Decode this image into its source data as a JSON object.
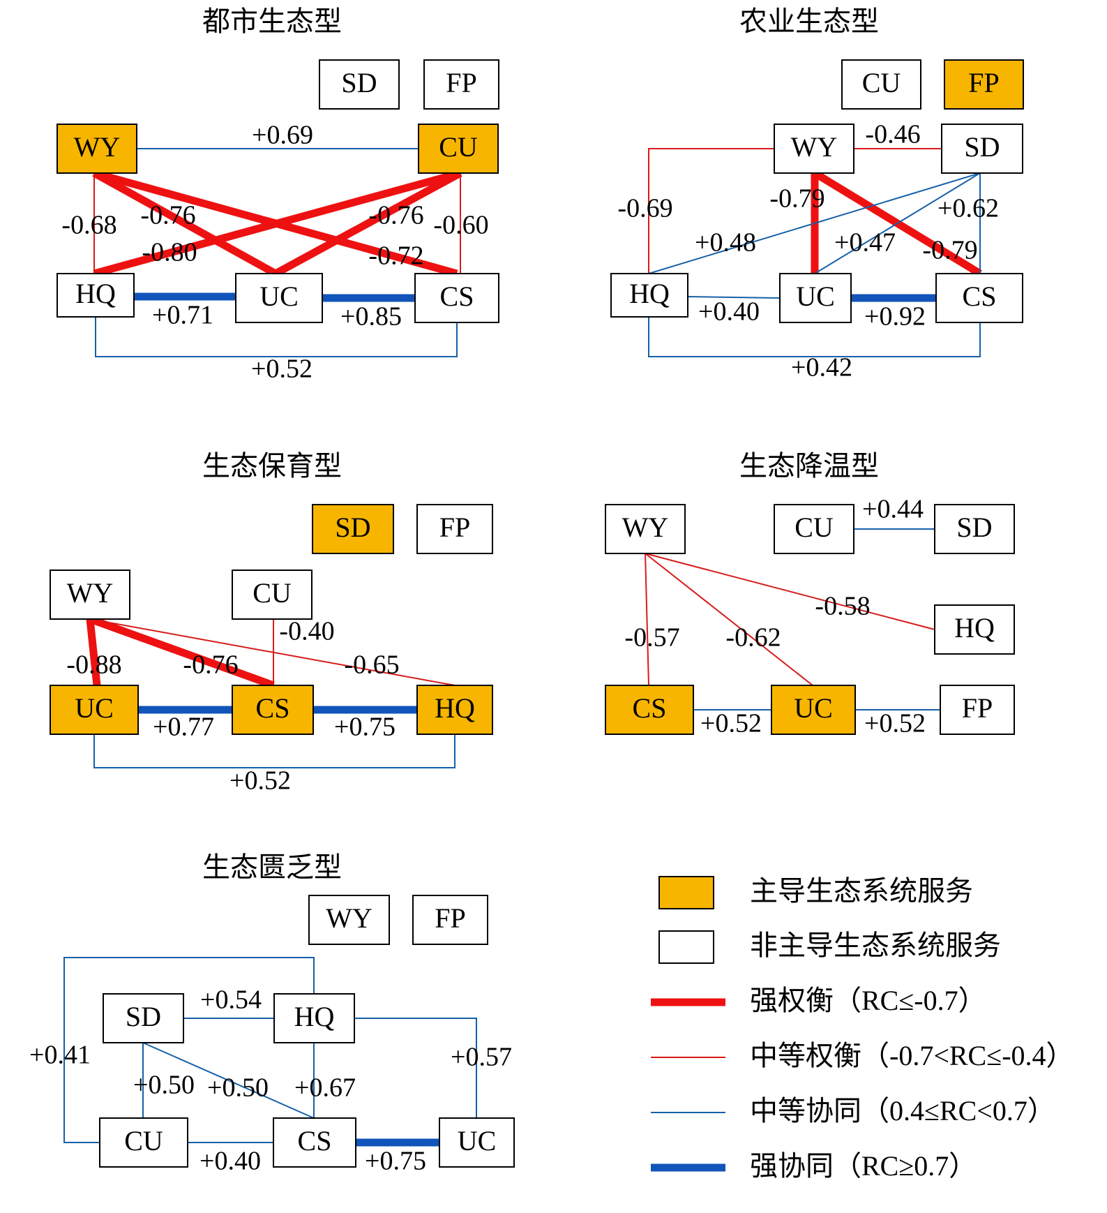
{
  "colors": {
    "dominant_fill": "#F7B500",
    "non_dominant_fill": "#FFFFFF",
    "strong_tradeoff": "#EE1111",
    "moderate_tradeoff": "#D71A1A",
    "moderate_synergy": "#1560A8",
    "strong_synergy": "#1155BB"
  },
  "panels": [
    {
      "id": "urban",
      "title": "都市生态型",
      "nodes": [
        {
          "id": "SD",
          "label": "SD",
          "dominant": false
        },
        {
          "id": "FP",
          "label": "FP",
          "dominant": false
        },
        {
          "id": "WY",
          "label": "WY",
          "dominant": true
        },
        {
          "id": "CU",
          "label": "CU",
          "dominant": true
        },
        {
          "id": "HQ",
          "label": "HQ",
          "dominant": false
        },
        {
          "id": "UC",
          "label": "UC",
          "dominant": false
        },
        {
          "id": "CS",
          "label": "CS",
          "dominant": false
        }
      ],
      "edges": [
        {
          "from": "WY",
          "to": "CU",
          "value": "+0.69",
          "strength": "moderate_synergy"
        },
        {
          "from": "WY",
          "to": "HQ",
          "value": "-0.68",
          "strength": "moderate_tradeoff"
        },
        {
          "from": "WY",
          "to": "UC",
          "value": "-0.76",
          "strength": "strong_tradeoff"
        },
        {
          "from": "CU",
          "to": "HQ",
          "value": "-0.80",
          "strength": "strong_tradeoff"
        },
        {
          "from": "CU",
          "to": "UC",
          "value": "-0.76",
          "strength": "strong_tradeoff"
        },
        {
          "from": "CU",
          "to": "CS",
          "value": "-0.60",
          "strength": "moderate_tradeoff"
        },
        {
          "from": "WY",
          "to": "CS",
          "value": "-0.72",
          "strength": "strong_tradeoff"
        },
        {
          "from": "HQ",
          "to": "UC",
          "value": "+0.71",
          "strength": "strong_synergy"
        },
        {
          "from": "UC",
          "to": "CS",
          "value": "+0.85",
          "strength": "strong_synergy"
        },
        {
          "from": "HQ",
          "to": "CS",
          "value": "+0.52",
          "strength": "moderate_synergy"
        }
      ]
    },
    {
      "id": "agri",
      "title": "农业生态型",
      "nodes": [
        {
          "id": "CU",
          "label": "CU",
          "dominant": false
        },
        {
          "id": "FP",
          "label": "FP",
          "dominant": true
        },
        {
          "id": "WY",
          "label": "WY",
          "dominant": false
        },
        {
          "id": "SD",
          "label": "SD",
          "dominant": false
        },
        {
          "id": "HQ",
          "label": "HQ",
          "dominant": false
        },
        {
          "id": "UC",
          "label": "UC",
          "dominant": false
        },
        {
          "id": "CS",
          "label": "CS",
          "dominant": false
        }
      ],
      "edges": [
        {
          "from": "WY",
          "to": "SD",
          "value": "-0.46",
          "strength": "moderate_tradeoff"
        },
        {
          "from": "WY",
          "to": "HQ",
          "value": "-0.69",
          "strength": "moderate_tradeoff"
        },
        {
          "from": "WY",
          "to": "UC",
          "value": "-0.79",
          "strength": "strong_tradeoff"
        },
        {
          "from": "WY",
          "to": "CS",
          "value": "-0.79",
          "strength": "strong_tradeoff"
        },
        {
          "from": "SD",
          "to": "CS",
          "value": "+0.62",
          "strength": "moderate_synergy"
        },
        {
          "from": "SD",
          "to": "HQ",
          "value": "+0.48",
          "strength": "moderate_synergy"
        },
        {
          "from": "SD",
          "to": "UC",
          "value": "+0.47",
          "strength": "moderate_synergy"
        },
        {
          "from": "HQ",
          "to": "UC",
          "value": "+0.40",
          "strength": "moderate_synergy"
        },
        {
          "from": "UC",
          "to": "CS",
          "value": "+0.92",
          "strength": "strong_synergy"
        },
        {
          "from": "HQ",
          "to": "CS",
          "value": "+0.42",
          "strength": "moderate_synergy"
        }
      ]
    },
    {
      "id": "conserve",
      "title": "生态保育型",
      "nodes": [
        {
          "id": "SD",
          "label": "SD",
          "dominant": true
        },
        {
          "id": "FP",
          "label": "FP",
          "dominant": false
        },
        {
          "id": "WY",
          "label": "WY",
          "dominant": false
        },
        {
          "id": "CU",
          "label": "CU",
          "dominant": false
        },
        {
          "id": "UC",
          "label": "UC",
          "dominant": true
        },
        {
          "id": "CS",
          "label": "CS",
          "dominant": true
        },
        {
          "id": "HQ",
          "label": "HQ",
          "dominant": true
        }
      ],
      "edges": [
        {
          "from": "CU",
          "to": "CS",
          "value": "-0.40",
          "strength": "moderate_tradeoff"
        },
        {
          "from": "WY",
          "to": "UC",
          "value": "-0.88",
          "strength": "strong_tradeoff"
        },
        {
          "from": "WY",
          "to": "CS",
          "value": "-0.76",
          "strength": "strong_tradeoff"
        },
        {
          "from": "WY",
          "to": "HQ",
          "value": "-0.65",
          "strength": "moderate_tradeoff"
        },
        {
          "from": "UC",
          "to": "CS",
          "value": "+0.77",
          "strength": "strong_synergy"
        },
        {
          "from": "CS",
          "to": "HQ",
          "value": "+0.75",
          "strength": "strong_synergy"
        },
        {
          "from": "UC",
          "to": "HQ",
          "value": "+0.52",
          "strength": "moderate_synergy"
        }
      ]
    },
    {
      "id": "cooling",
      "title": "生态降温型",
      "nodes": [
        {
          "id": "WY",
          "label": "WY",
          "dominant": false
        },
        {
          "id": "CU",
          "label": "CU",
          "dominant": false
        },
        {
          "id": "SD",
          "label": "SD",
          "dominant": false
        },
        {
          "id": "HQ",
          "label": "HQ",
          "dominant": false
        },
        {
          "id": "CS",
          "label": "CS",
          "dominant": true
        },
        {
          "id": "UC",
          "label": "UC",
          "dominant": true
        },
        {
          "id": "FP",
          "label": "FP",
          "dominant": false
        }
      ],
      "edges": [
        {
          "from": "CU",
          "to": "SD",
          "value": "+0.44",
          "strength": "moderate_synergy"
        },
        {
          "from": "WY",
          "to": "CS",
          "value": "-0.57",
          "strength": "moderate_tradeoff"
        },
        {
          "from": "WY",
          "to": "UC",
          "value": "-0.62",
          "strength": "moderate_tradeoff"
        },
        {
          "from": "WY",
          "to": "HQ",
          "value": "-0.58",
          "strength": "moderate_tradeoff"
        },
        {
          "from": "CS",
          "to": "UC",
          "value": "+0.52",
          "strength": "moderate_synergy"
        },
        {
          "from": "UC",
          "to": "FP",
          "value": "+0.52",
          "strength": "moderate_synergy"
        }
      ]
    },
    {
      "id": "deficient",
      "title": "生态匮乏型",
      "nodes": [
        {
          "id": "WY",
          "label": "WY",
          "dominant": false
        },
        {
          "id": "FP",
          "label": "FP",
          "dominant": false
        },
        {
          "id": "SD",
          "label": "SD",
          "dominant": false
        },
        {
          "id": "HQ",
          "label": "HQ",
          "dominant": false
        },
        {
          "id": "CU",
          "label": "CU",
          "dominant": false
        },
        {
          "id": "CS",
          "label": "CS",
          "dominant": false
        },
        {
          "id": "UC",
          "label": "UC",
          "dominant": false
        }
      ],
      "edges": [
        {
          "from": "SD",
          "to": "HQ",
          "value": "+0.54",
          "strength": "moderate_synergy"
        },
        {
          "from": "HQ",
          "to": "CU",
          "value": "+0.41",
          "strength": "moderate_synergy"
        },
        {
          "from": "HQ",
          "to": "UC",
          "value": "+0.57",
          "strength": "moderate_synergy"
        },
        {
          "from": "SD",
          "to": "CU",
          "value": "+0.50",
          "strength": "moderate_synergy"
        },
        {
          "from": "SD",
          "to": "CS",
          "value": "+0.50",
          "strength": "moderate_synergy"
        },
        {
          "from": "HQ",
          "to": "CS",
          "value": "+0.67",
          "strength": "moderate_synergy"
        },
        {
          "from": "CU",
          "to": "CS",
          "value": "+0.40",
          "strength": "moderate_synergy"
        },
        {
          "from": "CS",
          "to": "UC",
          "value": "+0.75",
          "strength": "strong_synergy"
        }
      ]
    }
  ],
  "legend": [
    {
      "kind": "dominant_box",
      "text": "主导生态系统服务"
    },
    {
      "kind": "non_dominant_box",
      "text": "非主导生态系统服务"
    },
    {
      "kind": "strong_tradeoff",
      "text": "强权衡（RC≤-0.7）"
    },
    {
      "kind": "moderate_tradeoff",
      "text": "中等权衡（-0.7<RC≤-0.4）"
    },
    {
      "kind": "moderate_synergy",
      "text": "中等协同（0.4≤RC<0.7）"
    },
    {
      "kind": "strong_synergy",
      "text": "强协同（RC≥0.7）"
    }
  ]
}
